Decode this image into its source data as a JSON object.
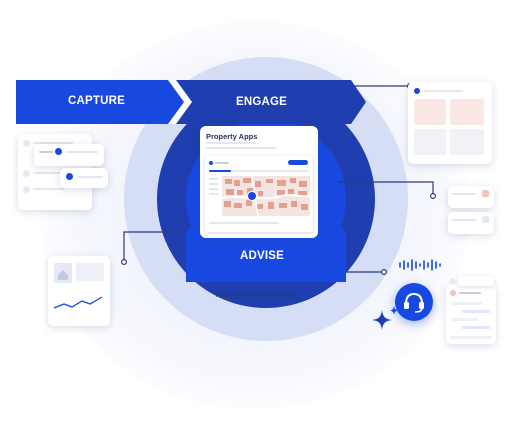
{
  "diagram": {
    "stages": {
      "capture": "CAPTURE",
      "engage": "ENGAGE",
      "advise": "ADVISE"
    },
    "panel_title": "Property Apps",
    "caption": "Property Market Intelligence",
    "colors": {
      "brand_blue": "#1749e0",
      "navy": "#1f3fb0",
      "ring_light": "#d6def5",
      "map_red": "#d9664f"
    },
    "icons": [
      "headset-icon",
      "sparkle-icon",
      "soundwave-icon",
      "map-pin-icon",
      "home-icon"
    ]
  }
}
